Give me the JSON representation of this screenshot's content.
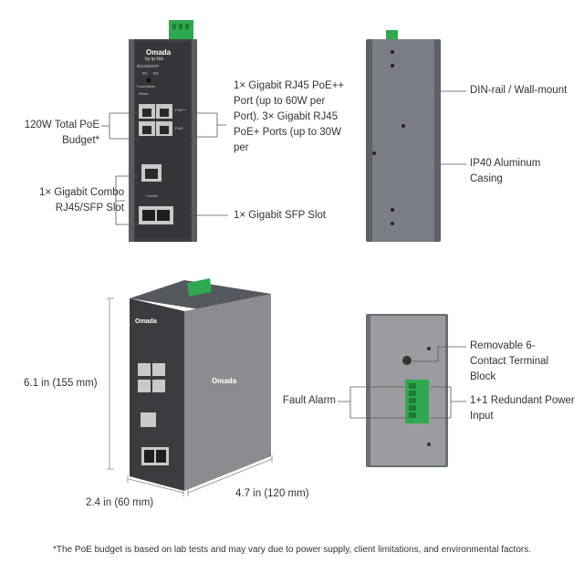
{
  "front_view": {
    "brand": "Omada",
    "brand_sub": "by tp-link",
    "model": "IES206GPP",
    "led_labels": [
      "P1",
      "P2"
    ],
    "fault_label": "Fault Alarm",
    "reset_label": "Reset",
    "poe_labels": [
      "PoE++",
      "PoE+"
    ],
    "combo_label": "Combo"
  },
  "callouts": {
    "poe_budget": "120W Total PoE Budget*",
    "poe_ports": "1× Gigabit RJ45 PoE++ Port (up to 60W per Port). 3× Gigabit RJ45 PoE+ Ports (up to 30W per",
    "combo_slot": "1× Gigabit Combo RJ45/SFP Slot",
    "sfp_slot": "1× Gigabit SFP Slot",
    "din_rail": "DIN-rail / Wall-mount",
    "ip40": "IP40 Aluminum Casing",
    "terminal_block": "Removable 6-Contact Terminal Block",
    "fault_alarm": "Fault Alarm",
    "redundant_power": "1+1 Redundant Power Input"
  },
  "dimensions": {
    "height": "6.1 in (155  mm)",
    "width": "2.4 in (60 mm)",
    "depth": "4.7  in (120 mm)"
  },
  "footnote": "*The PoE budget is based on lab tests and may vary due to power supply, client limitations, and environmental factors."
}
